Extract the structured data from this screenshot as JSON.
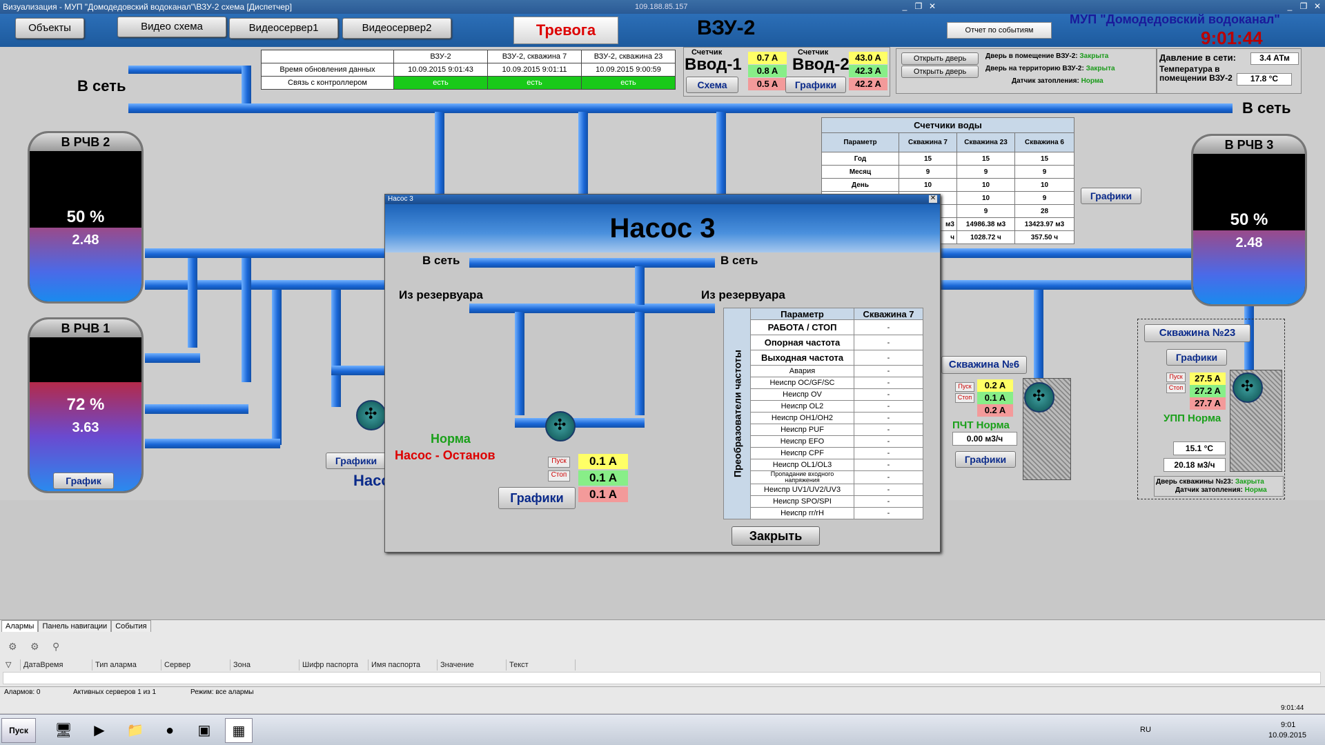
{
  "window": {
    "title": "Визуализация - МУП \"Домодедовский водоканал\"\\ВЗУ-2 схема [Диспетчер]",
    "ip": "109.188.85.157",
    "min": "_",
    "restore": "❐",
    "close": "✕"
  },
  "nav": {
    "objects": "Объекты",
    "video_scheme": "Видео схема",
    "video_server1": "Видеосервер1",
    "video_server2": "Видеосервер2",
    "alarm": "Тревога",
    "station": "ВЗУ-2",
    "report": "Отчет по событиям",
    "org": "МУП \"Домодедовский водоканал\"",
    "clock": "9:01:44"
  },
  "update_table": {
    "headers": [
      "",
      "ВЗУ-2",
      "ВЗУ-2, скважина 7",
      "ВЗУ-2, скважина 23"
    ],
    "rows": [
      [
        "Время обновления данных",
        "10.09.2015 9:01:43",
        "10.09.2015 9:01:11",
        "10.09.2015 9:00:59"
      ],
      [
        "Связь с контроллером",
        "есть",
        "есть",
        "есть"
      ]
    ]
  },
  "meters": {
    "m1": {
      "label": "Счетчик",
      "name": "Ввод-1",
      "vals": [
        "0.7 A",
        "0.8 A",
        "0.5 A"
      ],
      "btn": "Схема"
    },
    "m2": {
      "label": "Счетчик",
      "name": "Ввод-2",
      "vals": [
        "43.0 A",
        "42.3 A",
        "42.2 A"
      ],
      "btn": "Графики"
    }
  },
  "doors": {
    "open1": "Открыть дверь",
    "open2": "Открыть дверь",
    "l1": "Дверь в помещение ВЗУ-2:",
    "v1": "Закрыта",
    "l2": "Дверь на территорию ВЗУ-2:",
    "v2": "Закрыта",
    "l3": "Датчик затопления:",
    "v3": "Норма"
  },
  "pressure": {
    "l1": "Давление в сети:",
    "v1": "3.4 АТм",
    "l2": "Температура в помещении ВЗУ-2",
    "v2": "17.8 °C"
  },
  "labels": {
    "to_net_l": "В сеть",
    "to_net_r": "В сеть",
    "rchv2": "В РЧВ 2",
    "rchv1": "В РЧВ 1",
    "rchv3": "В РЧВ 3",
    "graph": "График",
    "graphs": "Графики",
    "nasos": "Насо"
  },
  "tanks": {
    "t2": {
      "pct": "50 %",
      "val": "2.48",
      "level": 0.5
    },
    "t1": {
      "pct": "72 %",
      "val": "3.63",
      "level": 0.72
    },
    "t3": {
      "pct": "50 %",
      "val": "2.48",
      "level": 0.5
    }
  },
  "water_counters": {
    "title": "Счетчики воды",
    "headers": [
      "Параметр",
      "Скважина 7",
      "Скважина 23",
      "Скважина 6"
    ],
    "rows": [
      [
        "Год",
        "15",
        "15",
        "15"
      ],
      [
        "Месяц",
        "9",
        "9",
        "9"
      ],
      [
        "День",
        "10",
        "10",
        "10"
      ],
      [
        "",
        "",
        "10",
        "9"
      ],
      [
        "",
        "",
        "9",
        "28"
      ],
      [
        "",
        "м3",
        "14986.38 м3",
        "13423.97 м3"
      ],
      [
        "",
        "ч",
        "1028.72 ч",
        "357.50 ч"
      ]
    ],
    "graphs": "Графики"
  },
  "well6": {
    "title": "Скважина №6",
    "start": "Пуск",
    "stop": "Стоп",
    "vals": [
      "0.2 A",
      "0.1 A",
      "0.2 A"
    ],
    "status": "ПЧТ Норма",
    "flow": "0.00 м3/ч",
    "graphs": "Графики"
  },
  "well23": {
    "title": "Скважина №23",
    "graphs": "Графики",
    "start": "Пуск",
    "stop": "Стоп",
    "vals": [
      "27.5 A",
      "27.2 A",
      "27.7 A"
    ],
    "status": "УПП Норма",
    "temp": "15.1 °C",
    "flow": "20.18 м3/ч",
    "door_l": "Дверь скважины №23:",
    "door_v": "Закрыта",
    "flood_l": "Датчик затопления:",
    "flood_v": "Норма"
  },
  "dialog": {
    "caption": "Насос 3",
    "title": "Насос 3",
    "to_net_l": "В сеть",
    "to_net_r": "В сеть",
    "from_res_l": "Из резервуара",
    "from_res_r": "Из резервуара",
    "norm": "Норма",
    "state": "Насос - Останов",
    "start": "Пуск",
    "stop": "Стоп",
    "vals": [
      "0.1 A",
      "0.1 A",
      "0.1 A"
    ],
    "graphs": "Графики",
    "close": "Закрыть",
    "param_header": [
      "Параметр",
      "Скважина 7"
    ],
    "side": "Преобразователи частоты",
    "params_big": [
      "РАБОТА / СТОП",
      "Опорная частота",
      "Выходная частота"
    ],
    "params_small": [
      "Авария",
      "Неиспр OC/GF/SC",
      "Неиспр OV",
      "Неиспр OL2",
      "Неиспр OH1/OH2",
      "Неиспр PUF",
      "Неиспр EFO",
      "Неиспр CPF",
      "Неиспр OL1/OL3",
      "Пропадание входного напряжения",
      "Неиспр UV1/UV2/UV3",
      "Неиспр SPO/SPI",
      "Неиспр rr/rH"
    ],
    "dash": "-"
  },
  "alarms": {
    "tabs": [
      "Алармы",
      "Панель навигации",
      "События"
    ],
    "columns": [
      "ДатаВремя",
      "Тип аларма",
      "Сервер",
      "Зона",
      "Шифр паспорта",
      "Имя паспорта",
      "Значение",
      "Текст"
    ],
    "status": [
      "Алармов: 0",
      "Активных серверов 1 из 1",
      "Режим: все алармы"
    ],
    "time": "9:01:44"
  },
  "taskbar": {
    "start": "Пуск",
    "lang": "RU",
    "time": "9:01",
    "date": "10.09.2015"
  }
}
